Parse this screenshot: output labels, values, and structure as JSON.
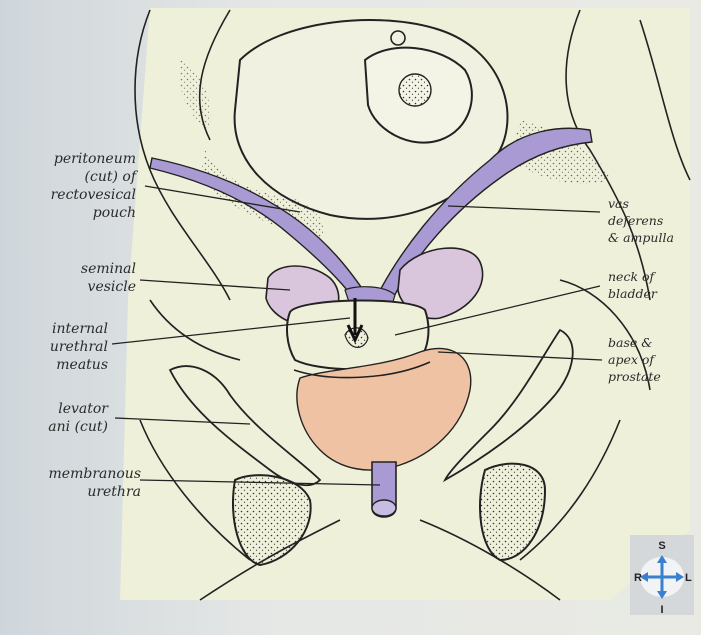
{
  "labels_left": {
    "peritoneum": "peritoneum\n(cut) of\nrectovesical\npouch",
    "seminal": "seminal\nvesicle",
    "internal": "internal\nurethral\nmeatus",
    "levator": "levator\nani (cut)",
    "membranous": "membranous\nurethra"
  },
  "labels_right": {
    "vas": "vas\ndeferens\n& ampulla",
    "neck": "neck of\nbladder",
    "prostate": "base &\napex of\nprostate"
  },
  "compass": {
    "superior": "S",
    "inferior": "I",
    "right": "R",
    "left": "L"
  },
  "colors": {
    "vas_deferens": "#a99ad3",
    "seminal_vesicle": "#d9c6dc",
    "prostate": "#efc2a4",
    "background_tissue": "#eef0d9",
    "compass_arrow": "#3b7fd0"
  }
}
